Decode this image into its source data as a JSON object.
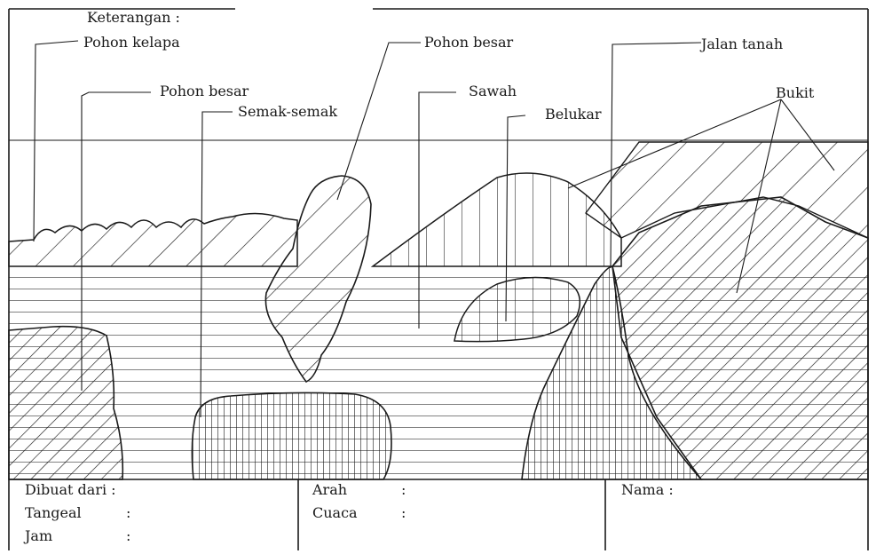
{
  "legend": {
    "title": "Keterangan :",
    "items": {
      "pohon_kelapa": "Pohon kelapa",
      "pohon_besar_left": "Pohon besar",
      "semak_semak": "Semak-semak",
      "pohon_besar_center": "Pohon besar",
      "sawah": "Sawah",
      "belukar": "Belukar",
      "jalan_tanah": "Jalan tanah",
      "bukit": "Bukit"
    }
  },
  "footer": {
    "dibuat_dari": "Dibuat dari :",
    "tanggal": "Tangeal",
    "jam": "Jam",
    "arah": "Arah",
    "cuaca": "Cuaca",
    "nama": "Nama :",
    "colon": ":"
  },
  "colors": {
    "ink": "#1a1a1a",
    "paper": "#ffffff"
  }
}
